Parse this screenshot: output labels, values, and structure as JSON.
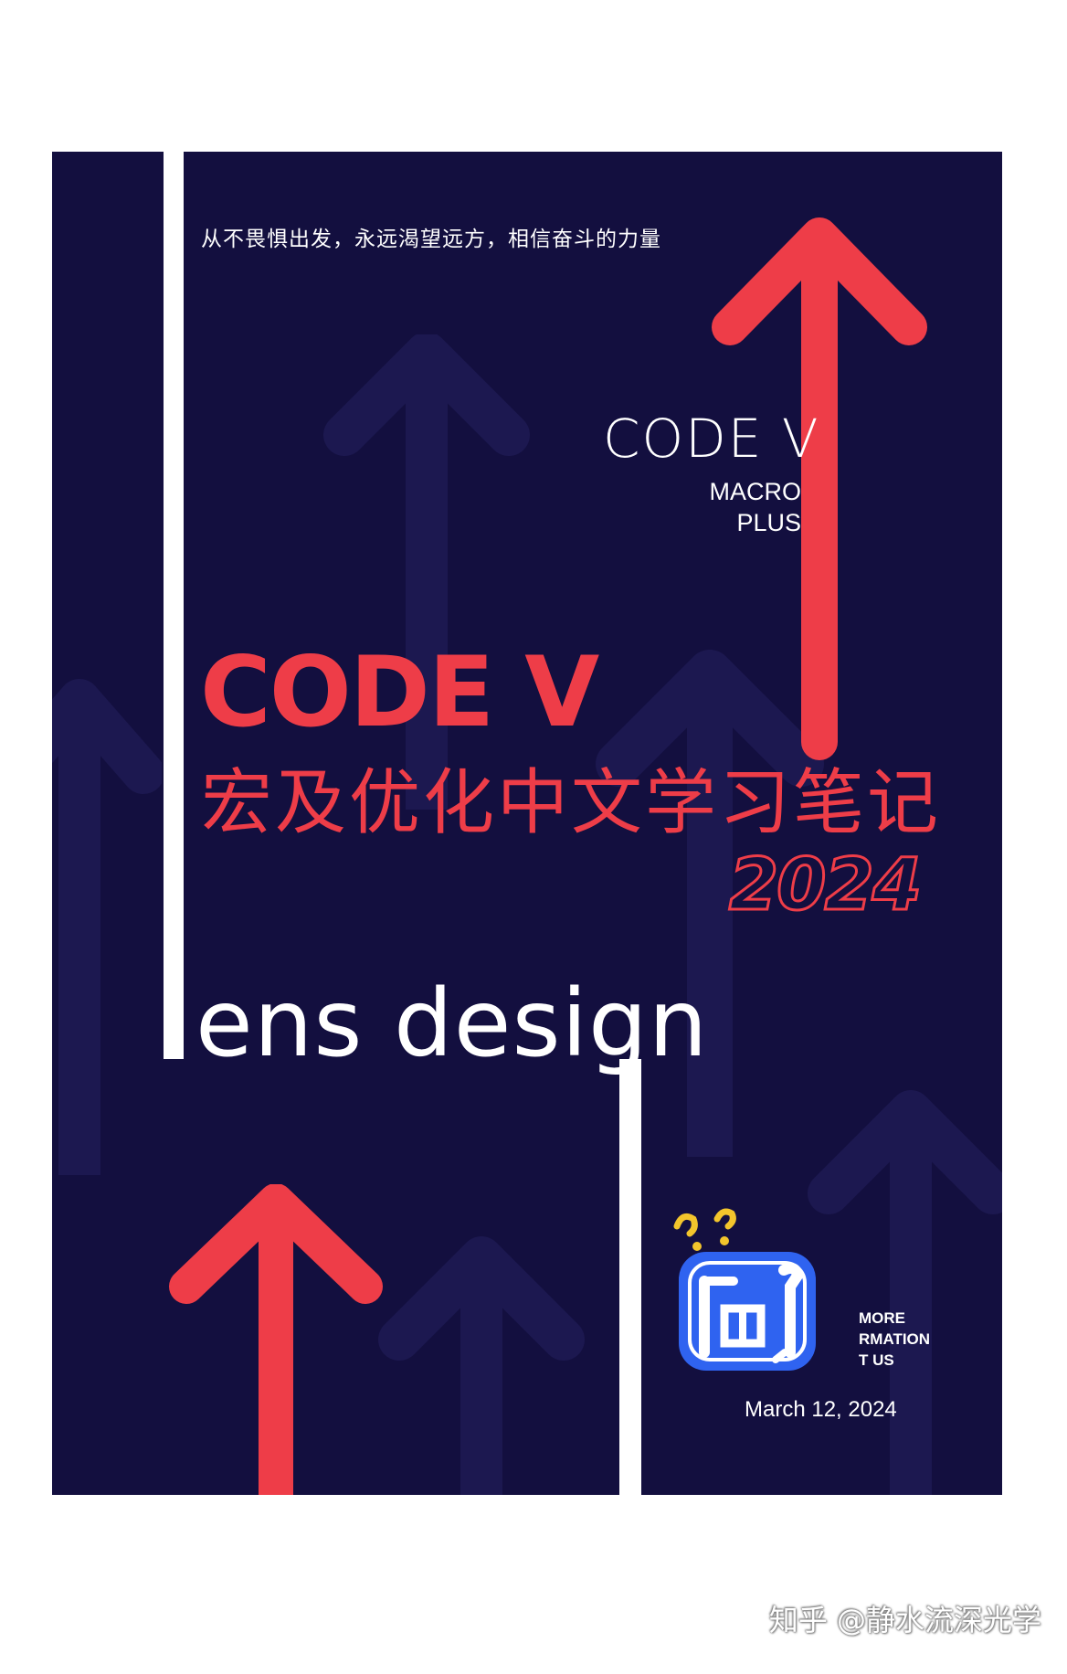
{
  "poster": {
    "tagline": "从不畏惧出发，永远渴望远方，相信奋斗的力量",
    "brand_title": "CODE V",
    "brand_sub_1": "MACRO",
    "brand_sub_2": "PLUS",
    "main_title": "CODE V",
    "cn_title": "宏及优化中文学习笔记",
    "year": "2024",
    "lens_text": "ens design",
    "more_1": "MORE",
    "more_2": "RMATION",
    "more_3": "T US",
    "date": "March 12, 2024"
  },
  "footer": {
    "watermark": "知乎 @静水流深光学"
  },
  "colors": {
    "background": "#130f3f",
    "accent": "#ee3d48",
    "sticker_blue": "#2f63f0",
    "sticker_yellow": "#f3c52c"
  },
  "icons": {
    "up_arrow": "up-arrow-icon",
    "sticker": "sticker-icon"
  }
}
